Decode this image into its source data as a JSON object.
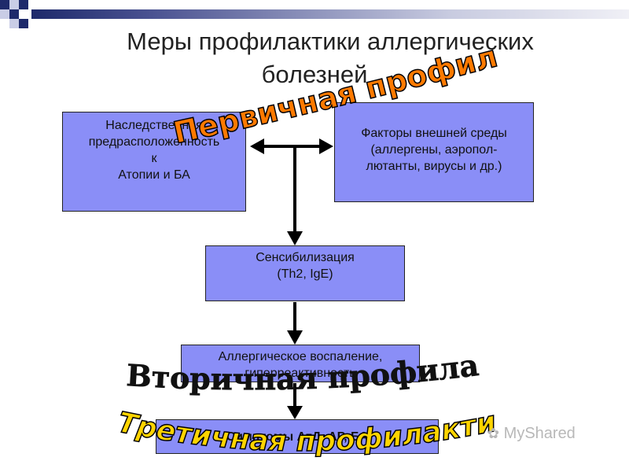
{
  "title": {
    "line1": "Меры профилактики аллергических",
    "line2": "болезней"
  },
  "boxes": {
    "heredity": {
      "lines": [
        "Наследственная",
        "предрасположенность",
        "к",
        "Атопии и БА"
      ]
    },
    "environment": {
      "lines": [
        "Факторы внешней среды",
        "(аллергены, аэропол-",
        "лютанты, вирусы и др.)"
      ]
    },
    "sensitization": {
      "lines": [
        "Сенсибилизация",
        "(Th2, IgE)"
      ]
    },
    "inflammation": {
      "lines": [
        "Аллергическое воспаление,",
        "гиперреактивность"
      ]
    },
    "symptoms": {
      "label": "Симптомы АтД, АР, БА"
    }
  },
  "overlays": {
    "primary": "Первичная профилактика",
    "secondary": "Вторичная профилактика",
    "tertiary": "Третичная профилактика"
  },
  "watermark": "MyShared",
  "colors": {
    "box_fill": "#8a8ef7",
    "primary_fill": "#ff7a00",
    "tertiary_fill": "#ffd400",
    "deco_navy": "#1e2a6b"
  }
}
